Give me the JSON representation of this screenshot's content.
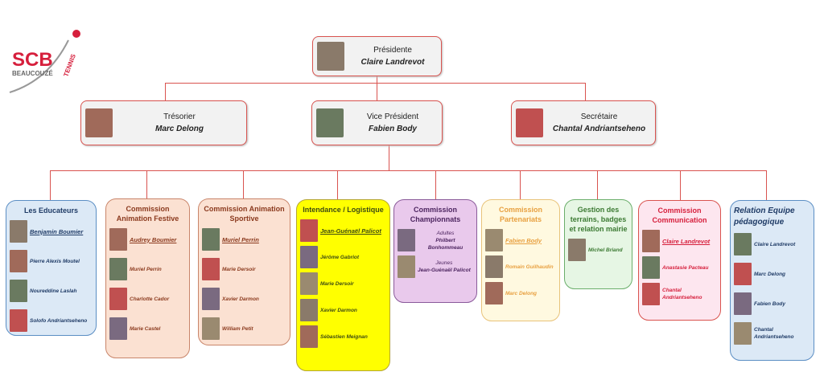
{
  "logo": {
    "text": "SCB",
    "sub": "BEAUCOUZÉ",
    "side": "TENNIS"
  },
  "bureau": [
    {
      "role": "Présidente",
      "name": "Claire Landrevot"
    },
    {
      "role": "Trésorier",
      "name": "Marc Delong"
    },
    {
      "role": "Vice Président",
      "name": "Fabien Body"
    },
    {
      "role": "Secrétaire",
      "name": "Chantal Andriantseheno"
    }
  ],
  "commissions": [
    {
      "title": "Les Educateurs",
      "bg": "#dce9f6",
      "border": "#5b8ec4",
      "color": "#1f3b66",
      "members": [
        {
          "name": "Benjamin Boumier",
          "lead": true
        },
        {
          "name": "Pierre Alexis Moutel"
        },
        {
          "name": "Noureddine Laslah"
        },
        {
          "name": "Solofo Andriantseheno"
        }
      ]
    },
    {
      "title": "Commission Animation Festive",
      "bg": "#fbe1d2",
      "border": "#c9856a",
      "color": "#8b3a1e",
      "members": [
        {
          "name": "Audrey Boumier",
          "lead": true
        },
        {
          "name": "Muriel Perrin"
        },
        {
          "name": "Charlotte Cador"
        },
        {
          "name": "Marie Castel"
        }
      ]
    },
    {
      "title": "Commission Animation Sportive",
      "bg": "#fbe1d2",
      "border": "#c9856a",
      "color": "#8b3a1e",
      "members": [
        {
          "name": "Muriel Perrin",
          "lead": true
        },
        {
          "name": "Marie Dersoir"
        },
        {
          "name": "Xavier Darmon"
        },
        {
          "name": "William Petit"
        }
      ]
    },
    {
      "title": "Intendance / Logistique",
      "bg": "#ffff00",
      "border": "#b5a532",
      "color": "#3d4a12",
      "members": [
        {
          "name": "Jean-Guénaël Palicot",
          "lead": true
        },
        {
          "name": "Jérôme Gabriot"
        },
        {
          "name": "Marie Dersoir"
        },
        {
          "name": "Xavier Darmon"
        },
        {
          "name": "Sébastien Meignan"
        }
      ]
    },
    {
      "title": "Commission Championnats",
      "bg": "#e9c9ec",
      "border": "#8a5a9a",
      "color": "#4d2560",
      "members": [
        {
          "label": "Adultes",
          "name": "Philbert Bonhommeau"
        },
        {
          "label": "Jeunes",
          "name": "Jean-Guénaël Palicot"
        }
      ]
    },
    {
      "title": "Commission Partenariats",
      "bg": "#fff9e0",
      "border": "#e8c37a",
      "color": "#e8a040",
      "members": [
        {
          "name": "Fabien Body",
          "lead": true
        },
        {
          "name": "Romain Guilhaudin"
        },
        {
          "name": "Marc Delong"
        }
      ]
    },
    {
      "title": "Gestion des terrains, badges et relation mairie",
      "bg": "#e6f6e4",
      "border": "#6aae6a",
      "color": "#3c7a33",
      "members": [
        {
          "name": "Michel Briand"
        }
      ]
    },
    {
      "title": "Commission Communication",
      "bg": "#fde6ef",
      "border": "#d9534f",
      "color": "#d61f3c",
      "members": [
        {
          "name": "Claire Landrevot",
          "lead": true
        },
        {
          "name": "Anastasie Pacteau"
        },
        {
          "name": "Chantal Andriantseheno"
        }
      ]
    },
    {
      "title": "Relation Equipe pédagogique",
      "bg": "#dce9f6",
      "border": "#5b8ec4",
      "color": "#1f3b66",
      "members": [
        {
          "name": "Claire Landrevot"
        },
        {
          "name": "Marc Delong"
        },
        {
          "name": "Fabien Body"
        },
        {
          "name": "Chantal Andriantseheno"
        }
      ]
    }
  ]
}
